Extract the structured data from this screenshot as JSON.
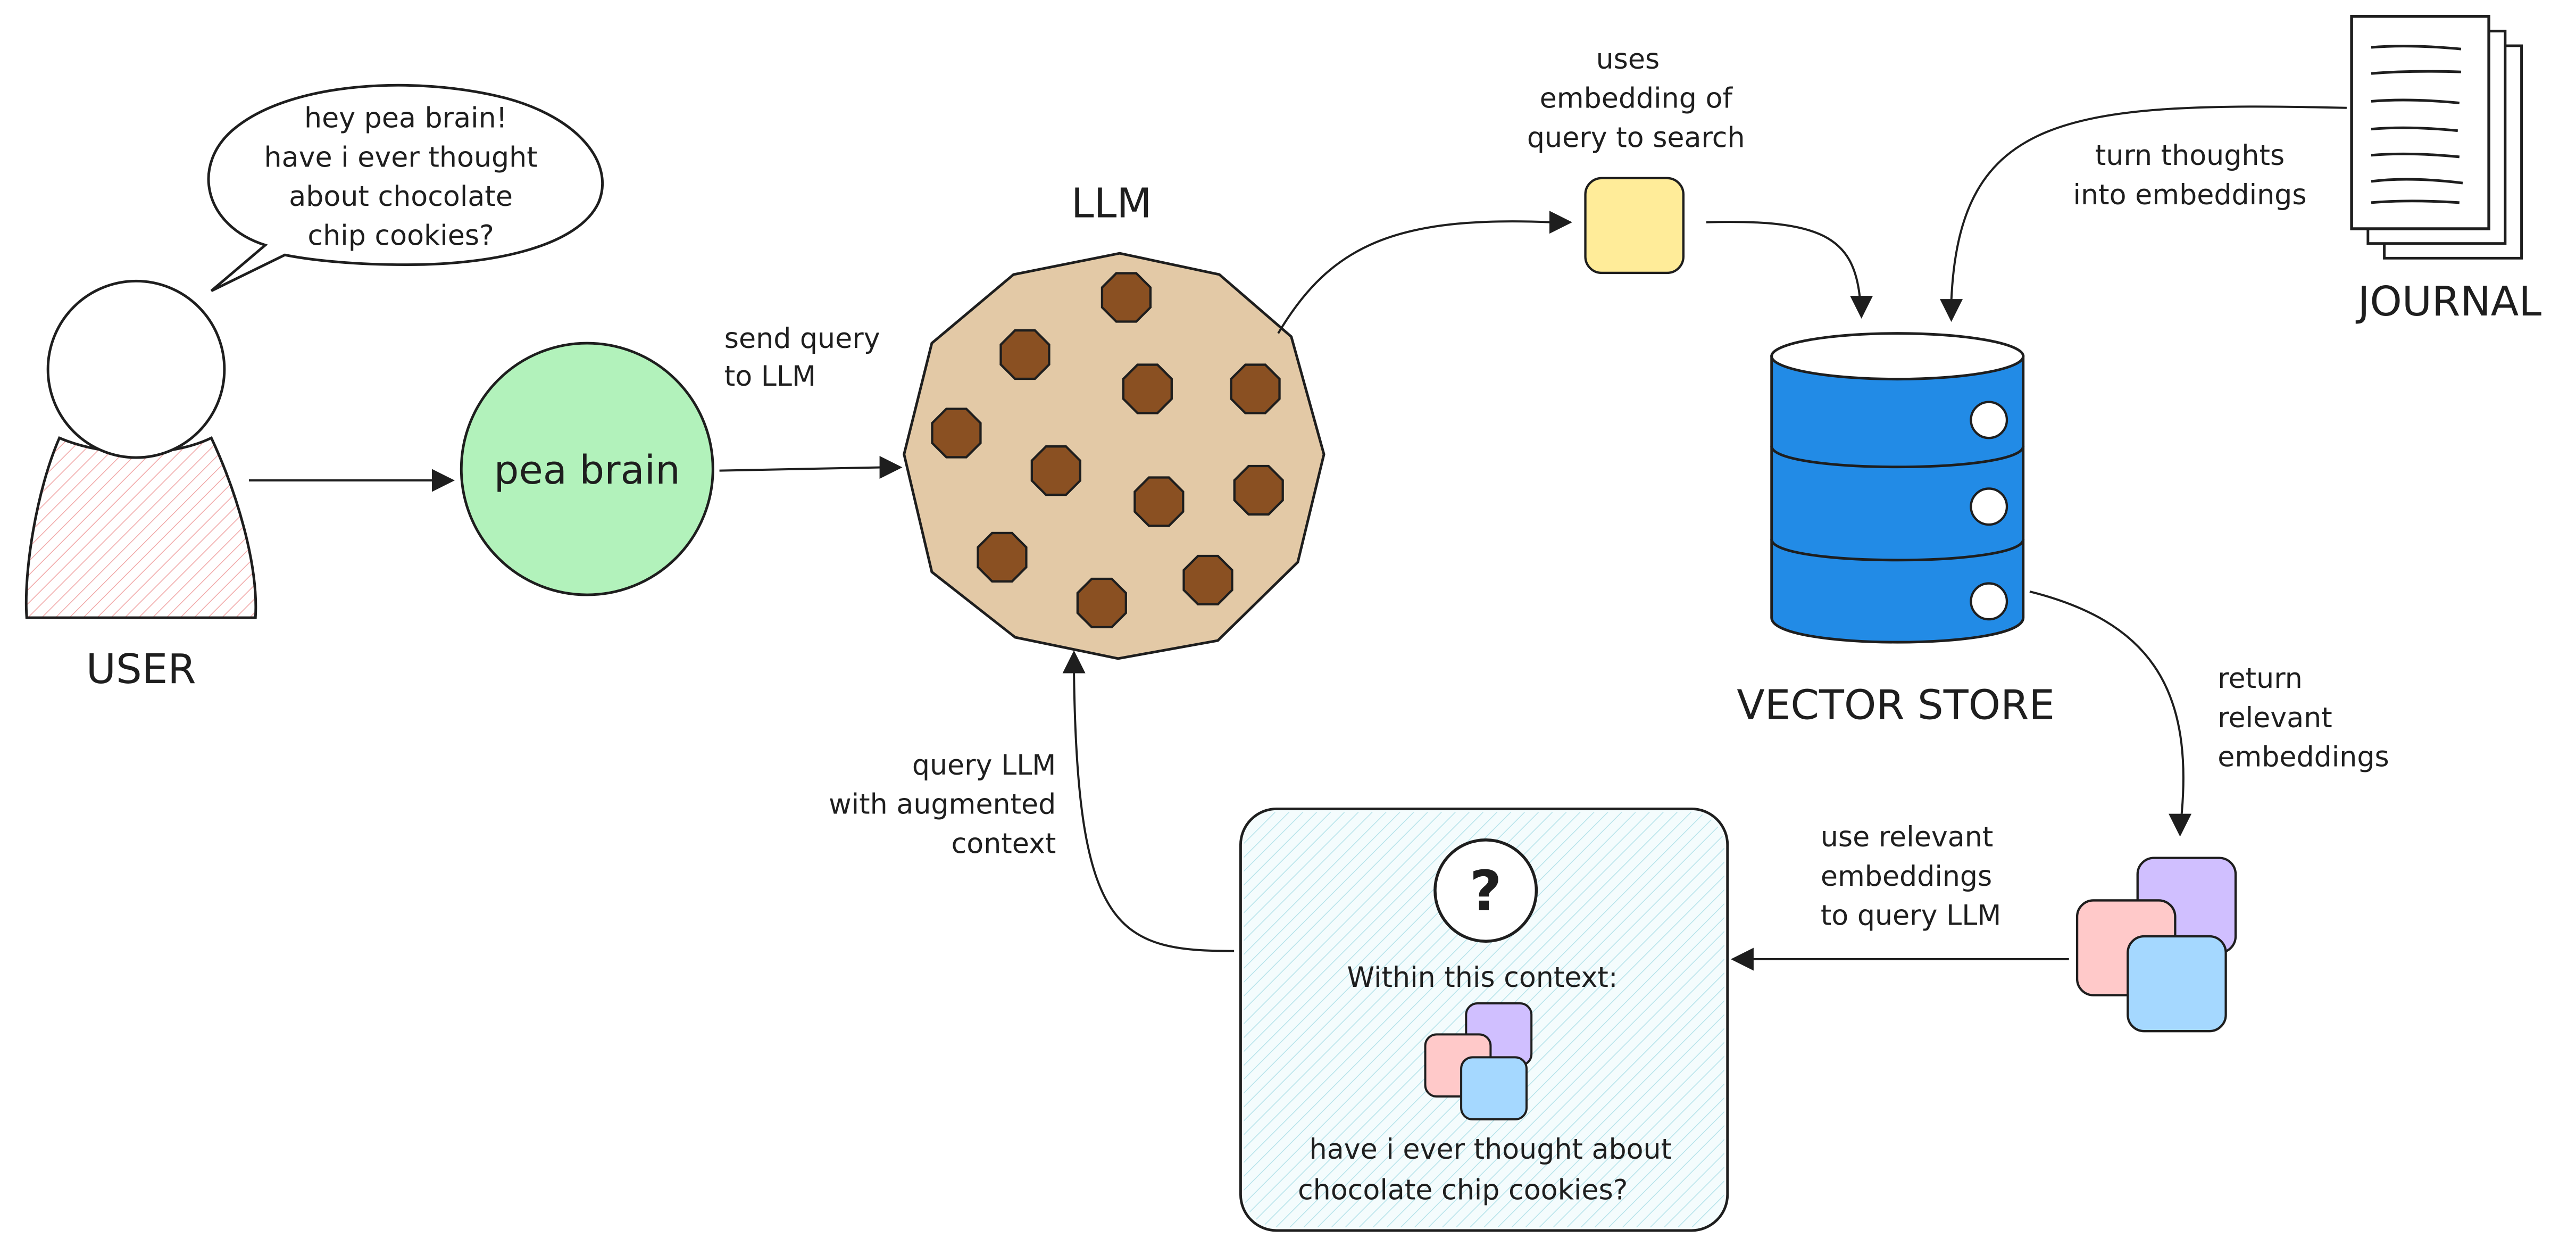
{
  "speech_bubble": {
    "lines": [
      "hey pea brain!",
      "have i ever thought",
      "about chocolate",
      "chip cookies?"
    ]
  },
  "user": {
    "label": "USER"
  },
  "pea_brain": {
    "label": "pea brain"
  },
  "llm": {
    "label": "LLM"
  },
  "journal": {
    "label": "JOURNAL"
  },
  "vector_store": {
    "label": "VECTOR STORE"
  },
  "edges": {
    "send_query": [
      "send query",
      "to LLM"
    ],
    "uses_embedding": [
      "uses",
      "embedding of",
      "query to search"
    ],
    "turn_thoughts": [
      "turn thoughts",
      "into embeddings"
    ],
    "return_relevant": [
      "return",
      "relevant",
      "embeddings"
    ],
    "use_relevant": [
      "use relevant",
      "embeddings",
      "to query LLM"
    ],
    "query_llm_augmented": [
      "query LLM",
      "with augmented",
      "context"
    ]
  },
  "context_box": {
    "question_mark": "?",
    "heading": "Within this context:",
    "question_lines": [
      "have i ever thought about",
      "chocolate chip cookies?"
    ]
  },
  "colors": {
    "pea_brain_fill": "#b2f2bb",
    "cookie_fill": "#e3c9a6",
    "chip_fill": "#8a5022",
    "vector_store_fill": "#228be6",
    "query_embedding_fill": "#ffec99",
    "embedding_pink": "#ffc9c9",
    "embedding_purple": "#d0bfff",
    "embedding_blue": "#a5d8ff",
    "user_body_fill": "#ffe3e3",
    "context_box_fill": "#eaf8fb"
  }
}
